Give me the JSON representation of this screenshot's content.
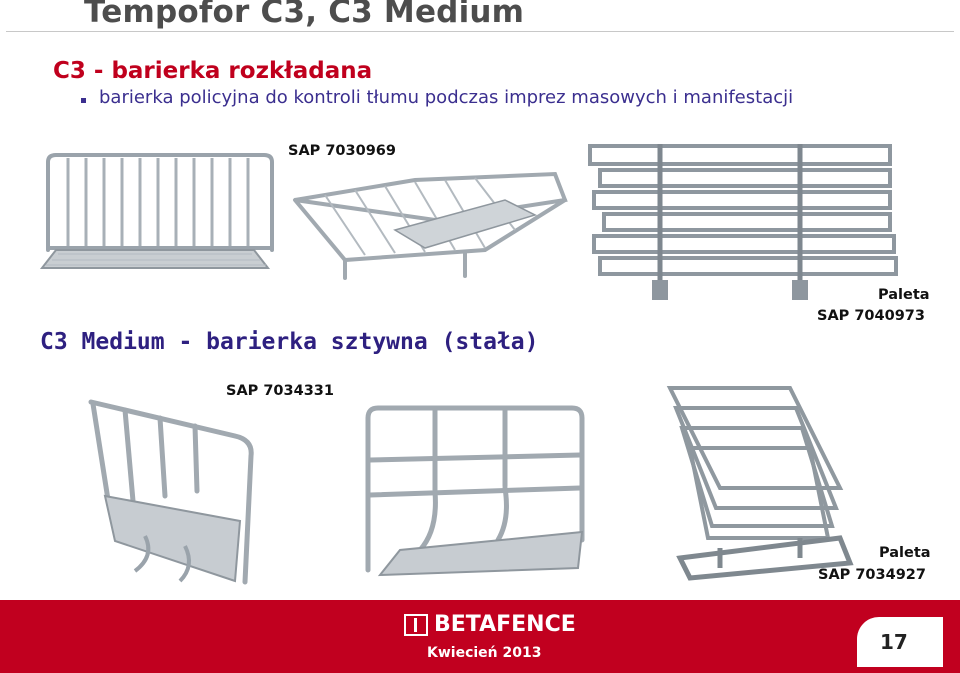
{
  "slide": {
    "title": "Tempofor C3, C3 Medium",
    "section1_heading": "C3 - barierka rozkładana",
    "section1_bullet": "barierka policyjna do kontroli tłumu podczas imprez masowych i manifestacji",
    "section1_sap": "SAP 7030969",
    "pallet1_label": "Paleta",
    "pallet1_sap": "SAP 7040973",
    "section2_heading": "C3 Medium - barierka sztywna (stała)",
    "section2_sap": "SAP 7034331",
    "pallet2_label": "Paleta",
    "pallet2_sap": "SAP 7034927"
  },
  "footer": {
    "brand": "BETAFENCE",
    "date": "Kwiecień 2013",
    "page_number": "17"
  },
  "colors": {
    "title": "#4d4d4d",
    "heading_red": "#c0001d",
    "heading_blue": "#2e2080",
    "footer_bg": "#c1001f",
    "metal": "#9aa3ab"
  }
}
